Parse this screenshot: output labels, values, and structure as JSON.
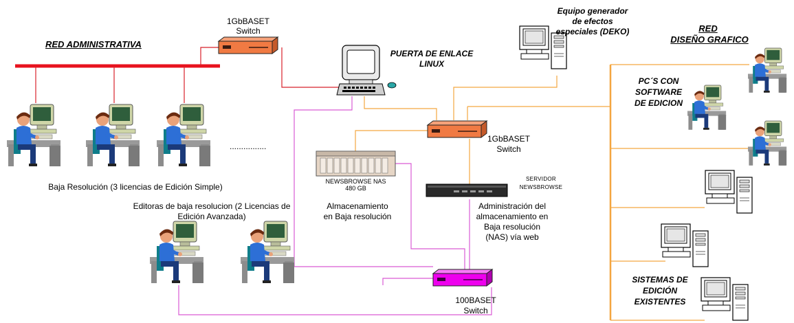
{
  "labels": {
    "red_admin": "RED ADMINISTRATIVA",
    "red_diseno_1": "RED",
    "red_diseno_2": "DISEÑO GRAFICO",
    "switch_top_1": "1GbBASET",
    "switch_top_2": "Switch",
    "gateway_1": "PUERTA DE ENLACE",
    "gateway_2": "LINUX",
    "deko_1": "Equipo generador",
    "deko_2": "de efectos",
    "deko_3": "especiales (DEKO)",
    "pc_soft_1": "PC´S CON",
    "pc_soft_2": "SOFTWARE",
    "pc_soft_3": "DE EDICION",
    "dots": "................",
    "baja_res": "Baja Resolución  (3 licencias de Edición Simple)",
    "editoras_1": "Editoras de baja resolucion (2 Licencias de",
    "editoras_2": "Edición Avanzada)",
    "nas_name": "NEWSBROWSE NAS",
    "nas_size": "480 GB",
    "almac_1": "Almacenamiento",
    "almac_2": "en Baja resolución",
    "switch_mid_1": "1GbBASET",
    "switch_mid_2": "Switch",
    "servidor_1": "SERVIDOR",
    "servidor_2": "NEWSBROWSE",
    "admin_1": "Administración del",
    "admin_2": "almacenamiento en",
    "admin_3": "Baja resolución",
    "admin_4": "(NAS) vía web",
    "sistemas_1": "SISTEMAS DE",
    "sistemas_2": "EDICIÓN",
    "sistemas_3": "EXISTENTES",
    "switch_bot_1": "100BASET",
    "switch_bot_2": "Switch"
  },
  "colors": {
    "admin_bus": "#e8121e",
    "admin_link": "#d8202a",
    "gigabit_link": "#f4a640",
    "fast_link": "#d95bd4",
    "switch_orange": "#f07a43",
    "switch_magenta": "#ee00ee"
  },
  "icons": [
    "workstation-icon",
    "switch-icon",
    "gateway-computer-icon",
    "desktop-tower-icon",
    "nas-storage-icon",
    "server-rack-icon"
  ]
}
